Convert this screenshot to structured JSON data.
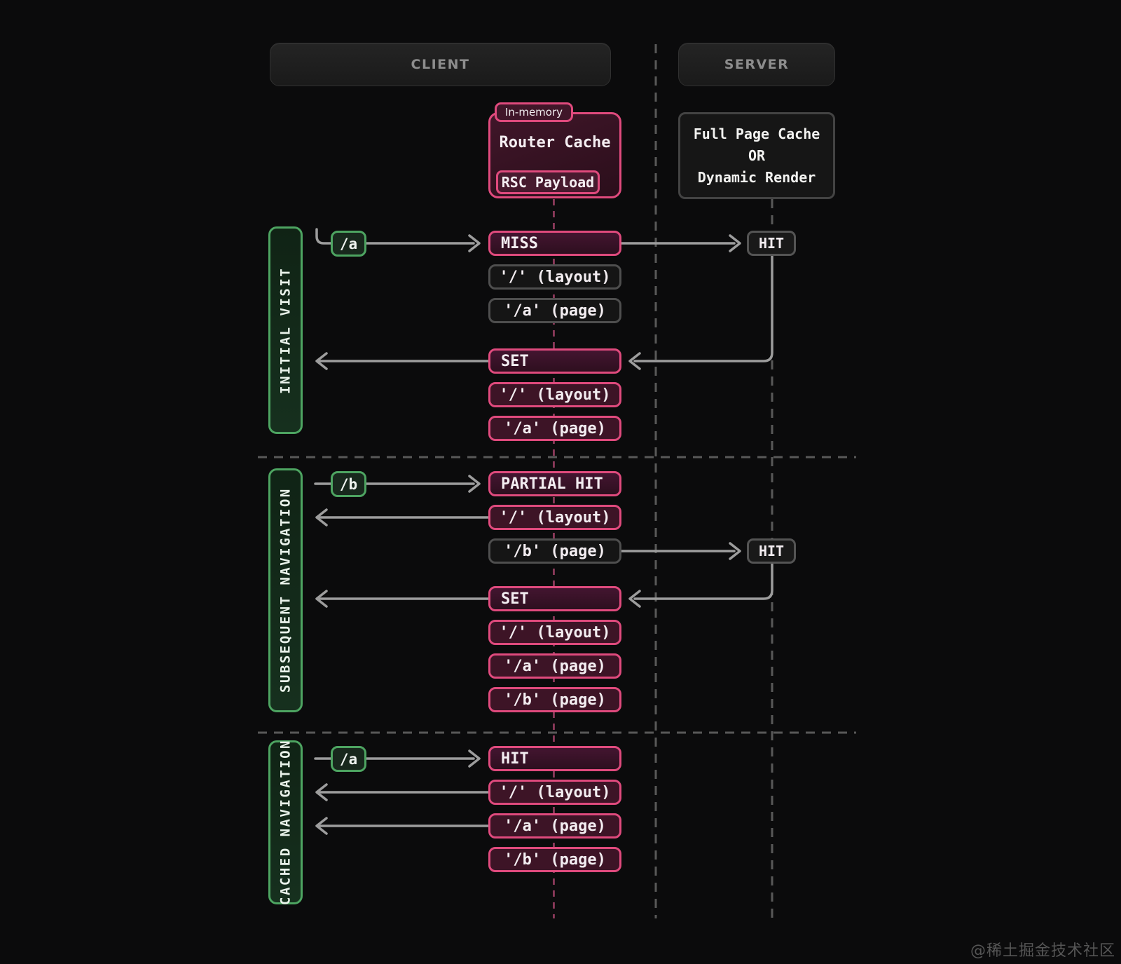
{
  "headers": {
    "client": "CLIENT",
    "server": "SERVER"
  },
  "router_cache": {
    "tag": "In-memory",
    "title": "Router Cache",
    "payload": "RSC Payload"
  },
  "server_cache": {
    "line1": "Full Page Cache",
    "line2": "OR",
    "line3": "Dynamic Render"
  },
  "sections": [
    {
      "label": "INITIAL VISIT",
      "chip": "/a",
      "server_hit": "HIT",
      "rows": [
        {
          "label": "MISS"
        },
        {
          "label": "'/' (layout)"
        },
        {
          "label": "'/a' (page)"
        },
        {
          "label": "SET"
        },
        {
          "label": "'/' (layout)"
        },
        {
          "label": "'/a' (page)"
        }
      ]
    },
    {
      "label": "SUBSEQUENT NAVIGATION",
      "chip": "/b",
      "server_hit": "HIT",
      "rows": [
        {
          "label": "PARTIAL HIT"
        },
        {
          "label": "'/' (layout)"
        },
        {
          "label": "'/b' (page)"
        },
        {
          "label": "SET"
        },
        {
          "label": "'/' (layout)"
        },
        {
          "label": "'/a' (page)"
        },
        {
          "label": "'/b' (page)"
        }
      ]
    },
    {
      "label": "CACHED NAVIGATION",
      "chip": "/a",
      "rows": [
        {
          "label": "HIT"
        },
        {
          "label": "'/' (layout)"
        },
        {
          "label": "'/a' (page)"
        },
        {
          "label": "'/b' (page)"
        }
      ]
    }
  ],
  "watermark": "@稀土掘金技术社区",
  "colors": {
    "background": "#0b0b0c",
    "pink_accent": "#df4a7d",
    "green_accent": "#4da461",
    "arrow_gray": "#9d9d9d",
    "pink_lifeline": "#9c4064"
  }
}
